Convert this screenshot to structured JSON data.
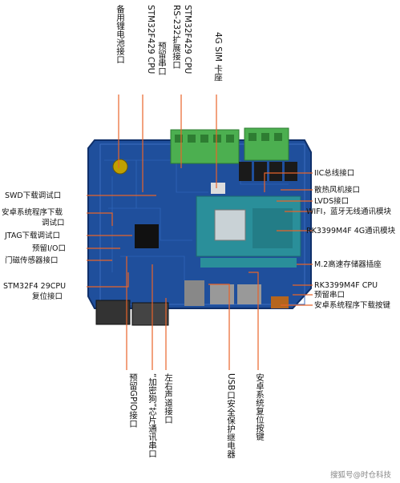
{
  "labels": {
    "top": [
      "备用锂电池接口",
      "STM32F429 CPU 预留串口",
      "STM32F429 CPU RS-232扩展接口",
      "4G SIM 卡座"
    ],
    "left": [
      "SWD下载调试口",
      "安卓系统程序下载",
      "调试口",
      "JTAG下载调试口",
      "预留I/O口",
      "门磁传感器接口",
      "STM32F4 29CPU",
      "复位接口"
    ],
    "right": [
      "IIC总线接口",
      "散热风机接口",
      "LVDS接口",
      "WIFI，蓝牙无线通讯模块",
      "RK3399M4F 4G通讯模块",
      "M.2高速存储器插座",
      "RK3399M4F CPU",
      "预留串口",
      "安卓系统程序下载按键"
    ],
    "bottom": [
      "预留GPIO接口",
      "“加密狗”芯片通讯串口",
      "左右声道接口",
      "USB口安全保护继电器",
      "安卓系统复位按键"
    ]
  },
  "watermark": "搜狐号@时仓科技",
  "colors": {
    "board": "#1f4f9c",
    "lead": "#e8632a",
    "terminal": "#4caf50",
    "module": "#2a8f9a"
  }
}
